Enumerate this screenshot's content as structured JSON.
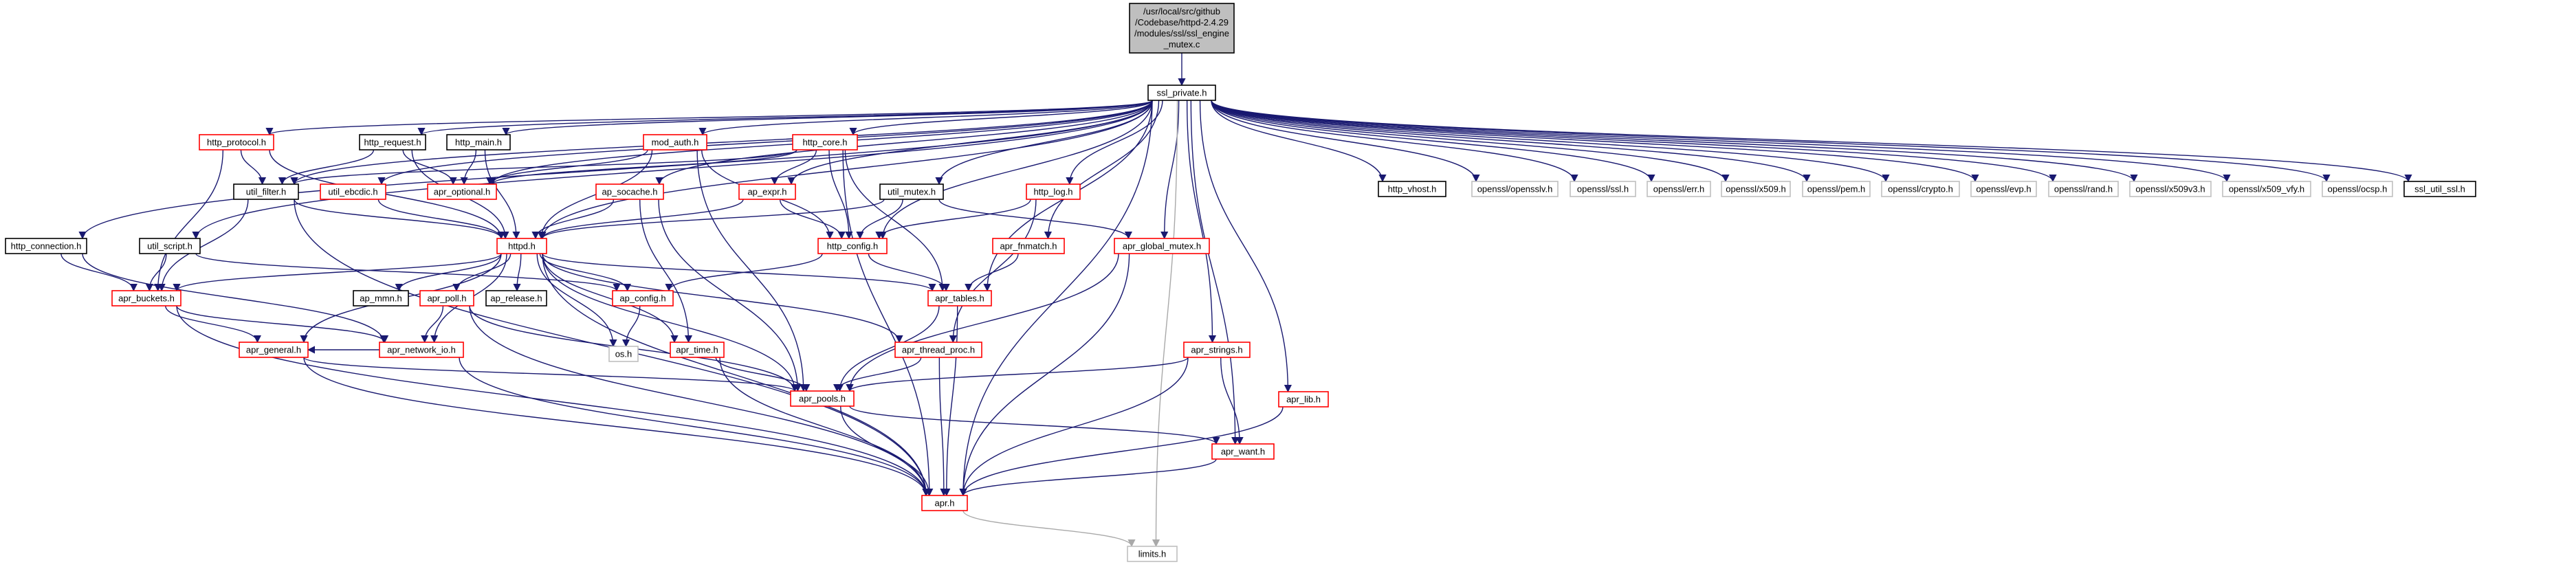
{
  "diagram": {
    "root": {
      "lines": [
        "/usr/local/src/github",
        "/Codebase/httpd-2.4.29",
        "/modules/ssl/ssl_engine",
        "_mutex.c"
      ]
    },
    "nodes": [
      {
        "id": "ssl_private",
        "label": "ssl_private.h",
        "style": "black"
      },
      {
        "id": "http_protocol",
        "label": "http_protocol.h",
        "style": "red"
      },
      {
        "id": "http_request",
        "label": "http_request.h",
        "style": "black"
      },
      {
        "id": "http_main",
        "label": "http_main.h",
        "style": "black"
      },
      {
        "id": "mod_auth",
        "label": "mod_auth.h",
        "style": "red"
      },
      {
        "id": "http_core",
        "label": "http_core.h",
        "style": "red"
      },
      {
        "id": "http_vhost",
        "label": "http_vhost.h",
        "style": "black"
      },
      {
        "id": "opensslv",
        "label": "openssl/opensslv.h",
        "style": "gray"
      },
      {
        "id": "openssl_ssl",
        "label": "openssl/ssl.h",
        "style": "gray"
      },
      {
        "id": "openssl_err",
        "label": "openssl/err.h",
        "style": "gray"
      },
      {
        "id": "openssl_x509",
        "label": "openssl/x509.h",
        "style": "gray"
      },
      {
        "id": "openssl_pem",
        "label": "openssl/pem.h",
        "style": "gray"
      },
      {
        "id": "openssl_crypto",
        "label": "openssl/crypto.h",
        "style": "gray"
      },
      {
        "id": "openssl_evp",
        "label": "openssl/evp.h",
        "style": "gray"
      },
      {
        "id": "openssl_rand",
        "label": "openssl/rand.h",
        "style": "gray"
      },
      {
        "id": "openssl_x509v3",
        "label": "openssl/x509v3.h",
        "style": "gray"
      },
      {
        "id": "openssl_x509_vfy",
        "label": "openssl/x509_vfy.h",
        "style": "gray"
      },
      {
        "id": "openssl_ocsp",
        "label": "openssl/ocsp.h",
        "style": "gray"
      },
      {
        "id": "ssl_util_ssl",
        "label": "ssl_util_ssl.h",
        "style": "black"
      },
      {
        "id": "util_filter",
        "label": "util_filter.h",
        "style": "black"
      },
      {
        "id": "util_ebcdic",
        "label": "util_ebcdic.h",
        "style": "red"
      },
      {
        "id": "apr_optional",
        "label": "apr_optional.h",
        "style": "red"
      },
      {
        "id": "ap_expr",
        "label": "ap_expr.h",
        "style": "red"
      },
      {
        "id": "util_mutex",
        "label": "util_mutex.h",
        "style": "black"
      },
      {
        "id": "http_log",
        "label": "http_log.h",
        "style": "red"
      },
      {
        "id": "ap_socache",
        "label": "ap_socache.h",
        "style": "red"
      },
      {
        "id": "httpd",
        "label": "httpd.h",
        "style": "red"
      },
      {
        "id": "http_config",
        "label": "http_config.h",
        "style": "red"
      },
      {
        "id": "apr_fnmatch",
        "label": "apr_fnmatch.h",
        "style": "red"
      },
      {
        "id": "apr_global_mutex",
        "label": "apr_global_mutex.h",
        "style": "red"
      },
      {
        "id": "http_connection",
        "label": "http_connection.h",
        "style": "black"
      },
      {
        "id": "util_script",
        "label": "util_script.h",
        "style": "black"
      },
      {
        "id": "apr_buckets",
        "label": "apr_buckets.h",
        "style": "red"
      },
      {
        "id": "ap_mmn",
        "label": "ap_mmn.h",
        "style": "black"
      },
      {
        "id": "apr_poll",
        "label": "apr_poll.h",
        "style": "red"
      },
      {
        "id": "ap_release",
        "label": "ap_release.h",
        "style": "black"
      },
      {
        "id": "ap_config",
        "label": "ap_config.h",
        "style": "red"
      },
      {
        "id": "apr_tables",
        "label": "apr_tables.h",
        "style": "red"
      },
      {
        "id": "os",
        "label": "os.h",
        "style": "gray"
      },
      {
        "id": "apr_general",
        "label": "apr_general.h",
        "style": "red"
      },
      {
        "id": "apr_network_io",
        "label": "apr_network_io.h",
        "style": "red"
      },
      {
        "id": "apr_time",
        "label": "apr_time.h",
        "style": "red"
      },
      {
        "id": "apr_thread_proc",
        "label": "apr_thread_proc.h",
        "style": "red"
      },
      {
        "id": "apr_strings",
        "label": "apr_strings.h",
        "style": "red"
      },
      {
        "id": "apr_pools",
        "label": "apr_pools.h",
        "style": "red"
      },
      {
        "id": "apr_lib",
        "label": "apr_lib.h",
        "style": "red"
      },
      {
        "id": "apr_want",
        "label": "apr_want.h",
        "style": "red"
      },
      {
        "id": "apr",
        "label": "apr.h",
        "style": "red"
      },
      {
        "id": "limits",
        "label": "limits.h",
        "style": "gray"
      }
    ],
    "edges": [
      [
        "root",
        "ssl_private"
      ],
      [
        "ssl_private",
        "http_protocol"
      ],
      [
        "ssl_private",
        "http_request"
      ],
      [
        "ssl_private",
        "http_main"
      ],
      [
        "ssl_private",
        "mod_auth"
      ],
      [
        "ssl_private",
        "http_core"
      ],
      [
        "ssl_private",
        "http_vhost"
      ],
      [
        "ssl_private",
        "opensslv"
      ],
      [
        "ssl_private",
        "openssl_ssl"
      ],
      [
        "ssl_private",
        "openssl_err"
      ],
      [
        "ssl_private",
        "openssl_x509"
      ],
      [
        "ssl_private",
        "openssl_pem"
      ],
      [
        "ssl_private",
        "openssl_crypto"
      ],
      [
        "ssl_private",
        "openssl_evp"
      ],
      [
        "ssl_private",
        "openssl_rand"
      ],
      [
        "ssl_private",
        "openssl_x509v3"
      ],
      [
        "ssl_private",
        "openssl_x509_vfy"
      ],
      [
        "ssl_private",
        "openssl_ocsp"
      ],
      [
        "ssl_private",
        "ssl_util_ssl"
      ],
      [
        "ssl_private",
        "util_filter"
      ],
      [
        "ssl_private",
        "util_ebcdic"
      ],
      [
        "ssl_private",
        "apr_optional"
      ],
      [
        "ssl_private",
        "ap_expr"
      ],
      [
        "ssl_private",
        "util_mutex"
      ],
      [
        "ssl_private",
        "http_log"
      ],
      [
        "ssl_private",
        "ap_socache"
      ],
      [
        "ssl_private",
        "httpd"
      ],
      [
        "ssl_private",
        "http_config"
      ],
      [
        "ssl_private",
        "apr_fnmatch"
      ],
      [
        "ssl_private",
        "apr_global_mutex"
      ],
      [
        "ssl_private",
        "http_connection"
      ],
      [
        "ssl_private",
        "util_script"
      ],
      [
        "ssl_private",
        "apr_tables"
      ],
      [
        "ssl_private",
        "apr_strings"
      ],
      [
        "ssl_private",
        "apr_lib"
      ],
      [
        "ssl_private",
        "apr_want"
      ],
      [
        "ssl_private",
        "apr"
      ],
      [
        "ssl_private",
        "limits"
      ],
      [
        "http_protocol",
        "util_filter"
      ],
      [
        "http_protocol",
        "httpd"
      ],
      [
        "http_protocol",
        "apr_buckets"
      ],
      [
        "http_request",
        "apr_optional"
      ],
      [
        "http_request",
        "util_filter"
      ],
      [
        "http_request",
        "httpd"
      ],
      [
        "http_main",
        "apr_optional"
      ],
      [
        "http_main",
        "httpd"
      ],
      [
        "mod_auth",
        "apr_optional"
      ],
      [
        "mod_auth",
        "httpd"
      ],
      [
        "mod_auth",
        "http_config"
      ],
      [
        "mod_auth",
        "apr_pools"
      ],
      [
        "http_core",
        "apr_optional"
      ],
      [
        "http_core",
        "util_filter"
      ],
      [
        "http_core",
        "ap_expr"
      ],
      [
        "http_core",
        "http_config"
      ],
      [
        "http_core",
        "apr_tables"
      ],
      [
        "http_core",
        "apr"
      ],
      [
        "util_filter",
        "httpd"
      ],
      [
        "util_filter",
        "apr_buckets"
      ],
      [
        "util_filter",
        "apr"
      ],
      [
        "util_ebcdic",
        "httpd"
      ],
      [
        "ap_expr",
        "httpd"
      ],
      [
        "ap_expr",
        "http_config"
      ],
      [
        "util_mutex",
        "httpd"
      ],
      [
        "util_mutex",
        "http_config"
      ],
      [
        "util_mutex",
        "apr_global_mutex"
      ],
      [
        "http_log",
        "http_config"
      ],
      [
        "http_log",
        "apr_thread_proc"
      ],
      [
        "ap_socache",
        "httpd"
      ],
      [
        "ap_socache",
        "apr_pools"
      ],
      [
        "ap_socache",
        "apr_time"
      ],
      [
        "httpd",
        "ap_mmn"
      ],
      [
        "httpd",
        "apr_poll"
      ],
      [
        "httpd",
        "ap_release"
      ],
      [
        "httpd",
        "ap_config"
      ],
      [
        "httpd",
        "apr_tables"
      ],
      [
        "httpd",
        "os"
      ],
      [
        "httpd",
        "apr_buckets"
      ],
      [
        "httpd",
        "apr_general"
      ],
      [
        "httpd",
        "apr_network_io"
      ],
      [
        "httpd",
        "apr_time"
      ],
      [
        "httpd",
        "apr_thread_proc"
      ],
      [
        "httpd",
        "apr_pools"
      ],
      [
        "httpd",
        "apr"
      ],
      [
        "http_config",
        "apr_tables"
      ],
      [
        "http_config",
        "ap_config"
      ],
      [
        "apr_fnmatch",
        "apr_tables"
      ],
      [
        "apr_global_mutex",
        "apr_pools"
      ],
      [
        "apr_global_mutex",
        "apr"
      ],
      [
        "http_connection",
        "apr_buckets"
      ],
      [
        "http_connection",
        "apr_network_io"
      ],
      [
        "util_script",
        "apr_buckets"
      ],
      [
        "util_script",
        "ap_config"
      ],
      [
        "apr_buckets",
        "apr_network_io"
      ],
      [
        "apr_buckets",
        "apr_general"
      ],
      [
        "apr_buckets",
        "apr"
      ],
      [
        "ap_config",
        "os"
      ],
      [
        "apr_tables",
        "apr_pools"
      ],
      [
        "apr_tables",
        "apr"
      ],
      [
        "apr_poll",
        "apr_network_io"
      ],
      [
        "apr_poll",
        "apr_pools"
      ],
      [
        "apr_poll",
        "apr"
      ],
      [
        "apr_general",
        "apr_pools"
      ],
      [
        "apr_general",
        "apr"
      ],
      [
        "apr_network_io",
        "apr_general"
      ],
      [
        "apr_network_io",
        "apr"
      ],
      [
        "apr_time",
        "apr_pools"
      ],
      [
        "apr_time",
        "apr"
      ],
      [
        "apr_thread_proc",
        "apr_pools"
      ],
      [
        "apr_thread_proc",
        "apr"
      ],
      [
        "apr_strings",
        "apr_pools"
      ],
      [
        "apr_strings",
        "apr_want"
      ],
      [
        "apr_strings",
        "apr"
      ],
      [
        "apr_pools",
        "apr_want"
      ],
      [
        "apr_pools",
        "apr"
      ],
      [
        "apr_lib",
        "apr"
      ],
      [
        "apr_want",
        "apr"
      ],
      [
        "apr",
        "limits"
      ]
    ]
  },
  "colors": {
    "edge": "#191970",
    "edge_gray": "#a9a9a9",
    "node_red_border": "#ff0000",
    "node_black_border": "#000000",
    "node_gray_border": "#bfbfbf",
    "root_fill": "#bfbfbf"
  }
}
